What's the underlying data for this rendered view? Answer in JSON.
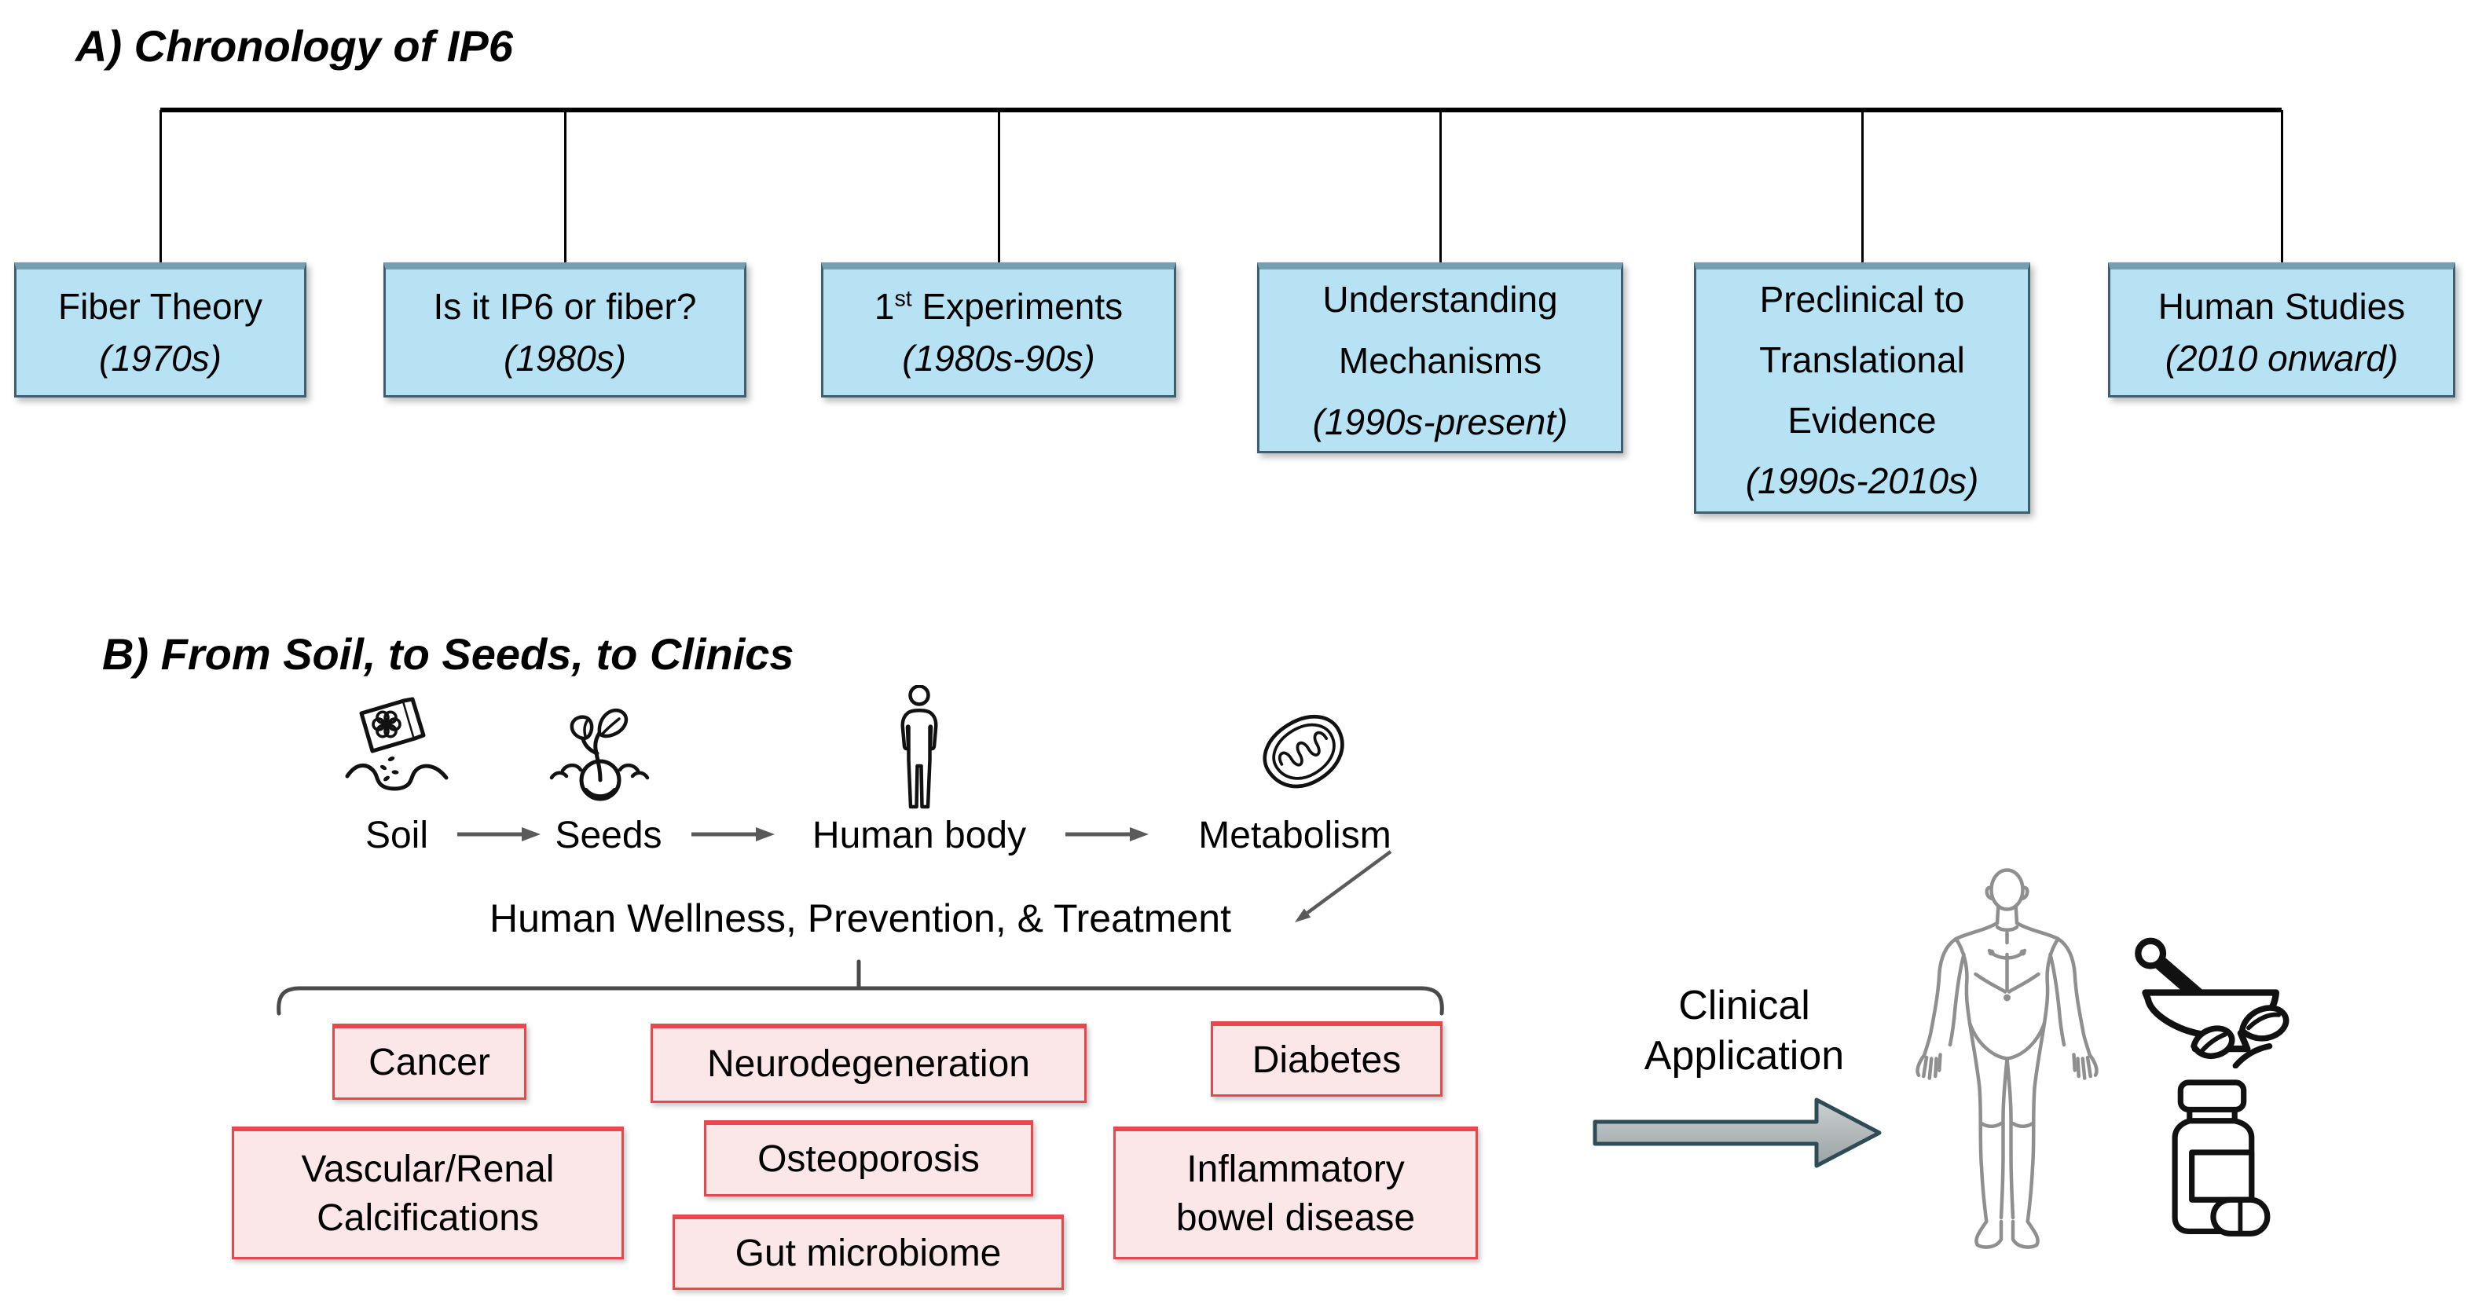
{
  "colors": {
    "blue_box_fill": "#b6e2f3",
    "blue_box_border": "#3f5f6e",
    "blue_box_top": "#76a0b2",
    "pink_box_fill": "#fbe7e7",
    "pink_box_border": "#e8484b",
    "connector_black": "#000000",
    "arrow_grey": "#5a5a5a",
    "bracket_grey": "#4a4a4a",
    "big_arrow_fill_light": "#ccd1d2",
    "big_arrow_fill_dark": "#9aa2a4",
    "big_arrow_stroke": "#2e4c56",
    "anatomy_stroke": "#8f8f8f",
    "icon_stroke": "#111111",
    "text_color": "#000000"
  },
  "panel_a": {
    "title": "A) Chronology of IP6",
    "boxes": [
      {
        "lines": [
          "Fiber Theory"
        ],
        "date": "(1970s)"
      },
      {
        "lines": [
          "Is it IP6 or fiber?"
        ],
        "date": "(1980s)"
      },
      {
        "number": "1",
        "ordinal_suffix": "st",
        "rest": " Experiments",
        "date": "(1980s-90s)"
      },
      {
        "lines": [
          "Understanding",
          "Mechanisms"
        ],
        "date": "(1990s-present)"
      },
      {
        "lines": [
          "Preclinical to",
          "Translational",
          "Evidence"
        ],
        "date": "(1990s-2010s)"
      },
      {
        "lines": [
          "Human Studies"
        ],
        "date": "(2010 onward)"
      }
    ]
  },
  "panel_b": {
    "title": "B) From Soil, to Seeds, to Clinics",
    "flow": {
      "labels": [
        "Soil",
        "Seeds",
        "Human body",
        "Metabolism"
      ]
    },
    "wellness_text": "Human Wellness, Prevention, & Treatment",
    "clinical_application": {
      "line1": "Clinical",
      "line2": "Application"
    },
    "condition_boxes": {
      "cancer": "Cancer",
      "neurodegeneration": "Neurodegeneration",
      "diabetes": "Diabetes",
      "vascular_renal": [
        "Vascular/Renal",
        "Calcifications"
      ],
      "osteoporosis": "Osteoporosis",
      "inflammatory_bowel": [
        "Inflammatory",
        "bowel disease"
      ],
      "gut_microbiome": "Gut microbiome"
    },
    "icons": {
      "soil": "soil-icon",
      "seeds": "seeds-icon",
      "human_body": "human-body-icon",
      "metabolism": "mitochondrion-icon",
      "clinical_figure": "anatomy-figure",
      "herbal": "mortar-pestle-icon",
      "supplement": "pill-bottle-icon"
    }
  }
}
